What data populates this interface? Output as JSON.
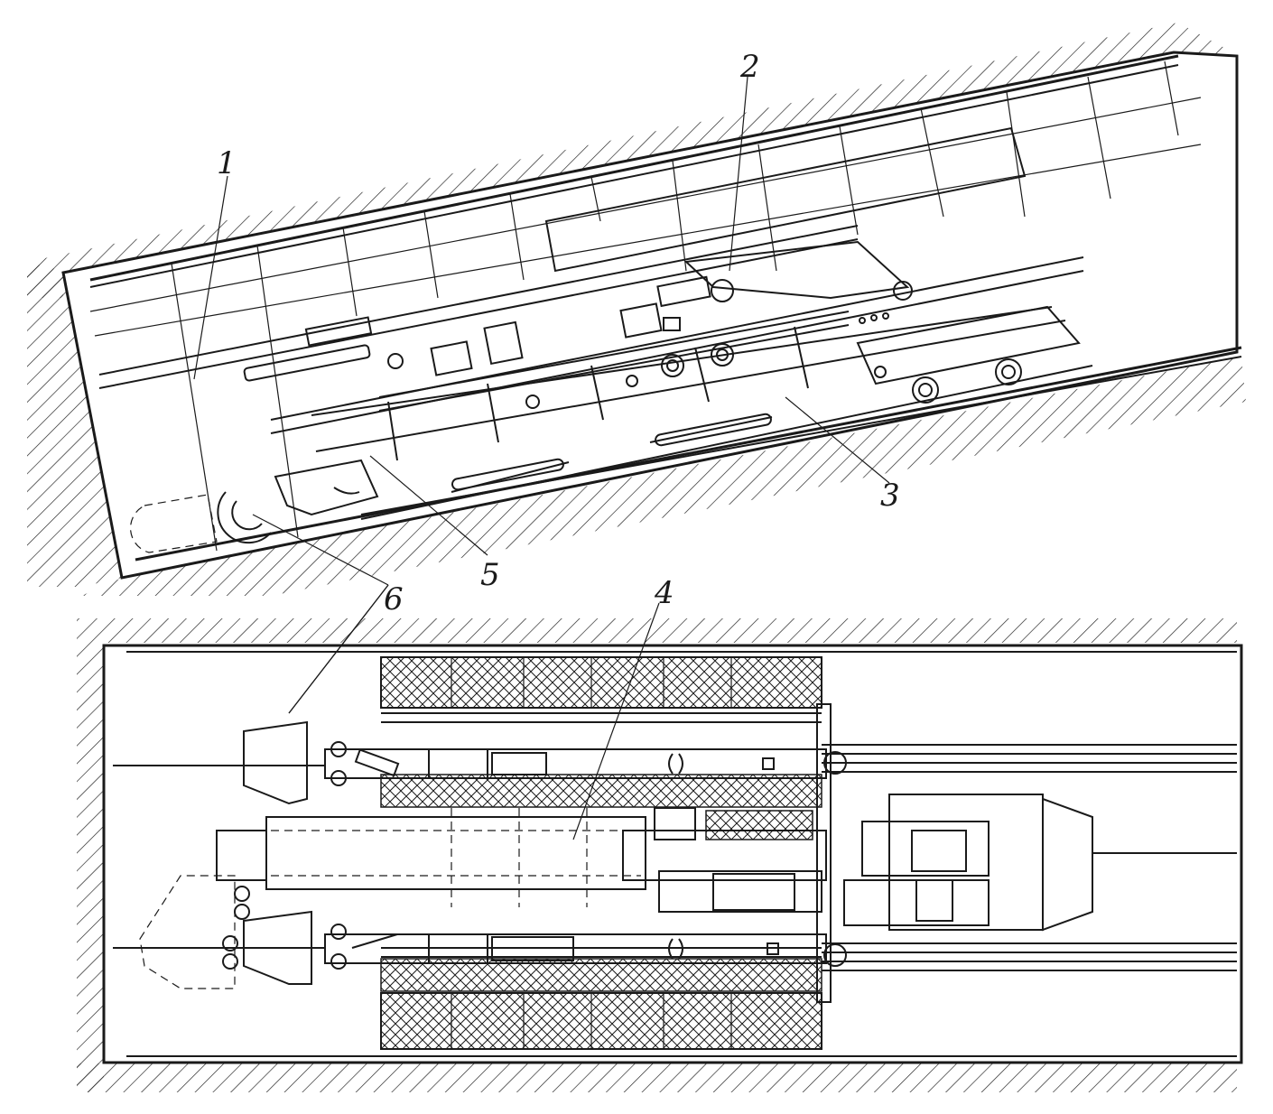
{
  "figure": {
    "callouts": [
      {
        "id": "1",
        "text": "1"
      },
      {
        "id": "2",
        "text": "2"
      },
      {
        "id": "3",
        "text": "3"
      },
      {
        "id": "4",
        "text": "4"
      },
      {
        "id": "5",
        "text": "5"
      },
      {
        "id": "6",
        "text": "6"
      }
    ],
    "views": [
      {
        "name": "inclined-section-view"
      },
      {
        "name": "plan-view"
      }
    ]
  },
  "colors": {
    "ink": "#1a1a1a",
    "paper": "#ffffff"
  }
}
